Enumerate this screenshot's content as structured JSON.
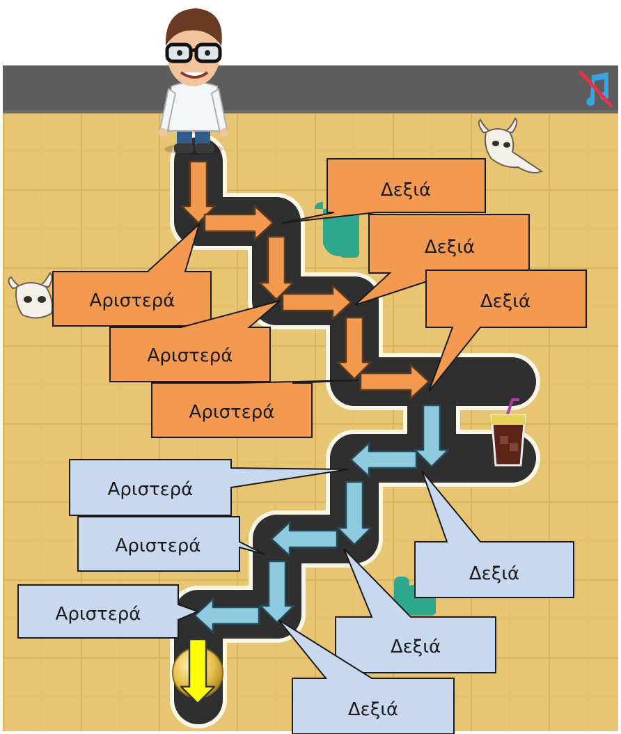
{
  "game": {
    "top_bar_color": "#5d5d5d",
    "sand_color": "#e6c370",
    "path_color": "#2f2f2f",
    "orange_arrow_color": "#f39a50",
    "blue_arrow_color": "#8fcbe0",
    "final_arrow_color": "#ffff00",
    "music_icon": "music-off-icon"
  },
  "callouts": {
    "orange": [
      {
        "label": "Δεξιά"
      },
      {
        "label": "Δεξιά"
      },
      {
        "label": "Δεξιά"
      },
      {
        "label": "Αριστερά"
      },
      {
        "label": "Αριστερά"
      },
      {
        "label": "Αριστερά"
      }
    ],
    "blue": [
      {
        "label": "Αριστερά"
      },
      {
        "label": "Αριστερά"
      },
      {
        "label": "Αριστερά"
      },
      {
        "label": "Δεξιά"
      },
      {
        "label": "Δεξιά"
      },
      {
        "label": "Δεξιά"
      }
    ]
  }
}
